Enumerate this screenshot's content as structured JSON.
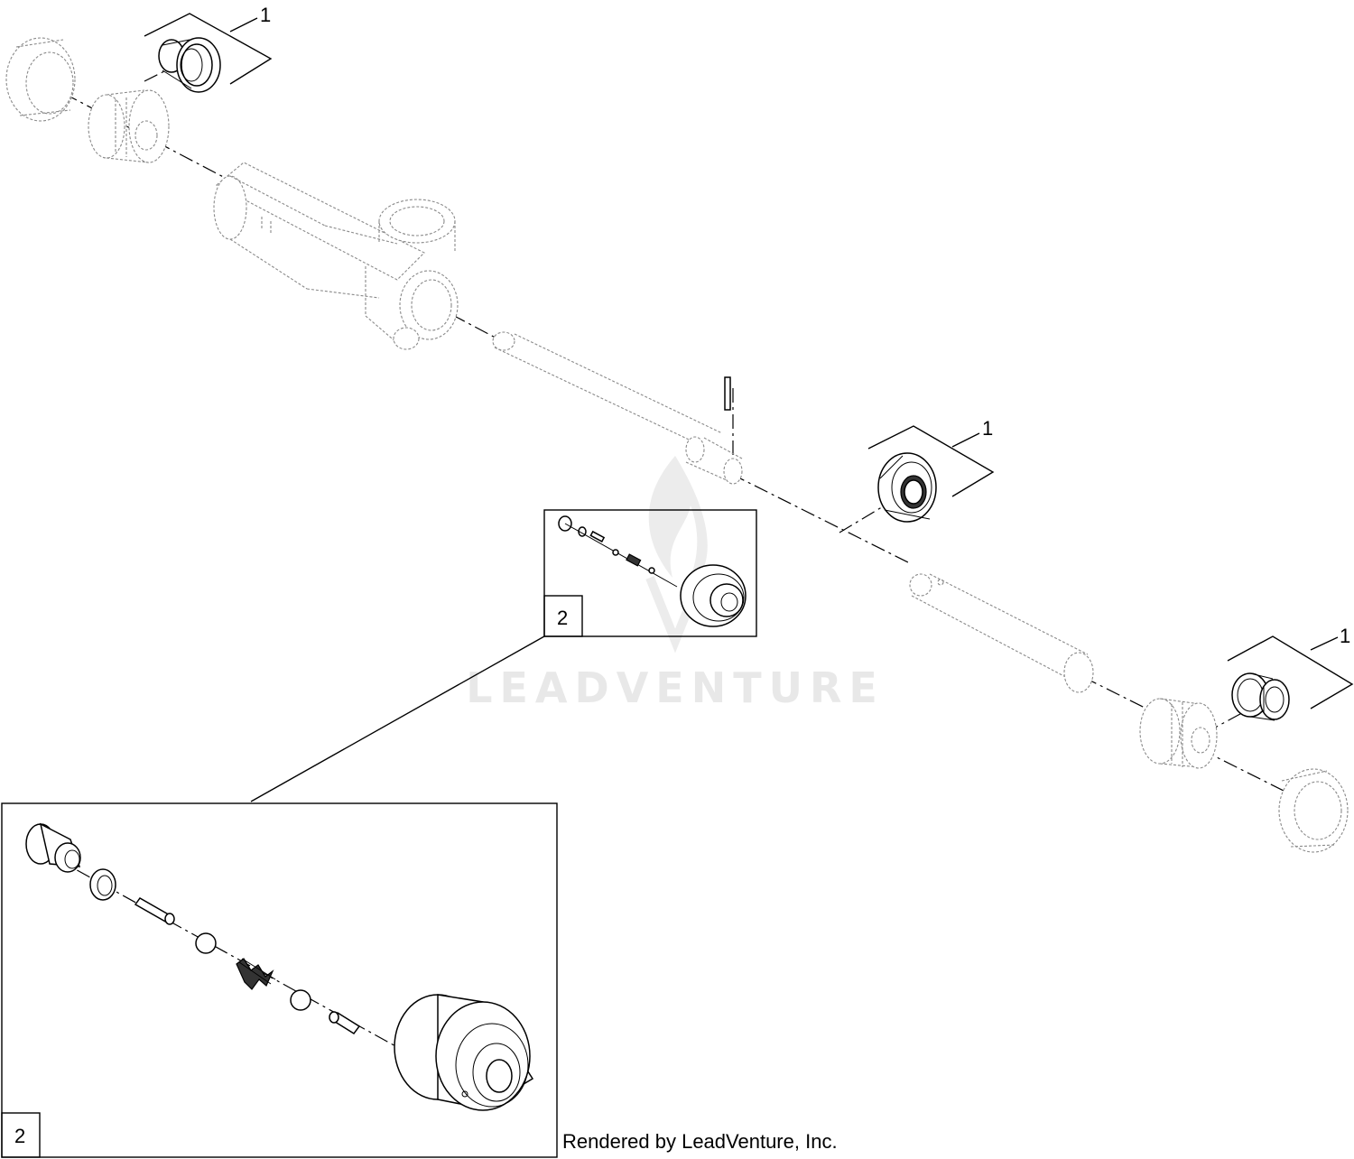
{
  "callouts": {
    "top_left": "1",
    "middle_right": "1",
    "far_right": "1",
    "detail_small": "2",
    "detail_large": "2"
  },
  "watermark": "LEADVENTURE",
  "credit": "Rendered by LeadVenture, Inc."
}
